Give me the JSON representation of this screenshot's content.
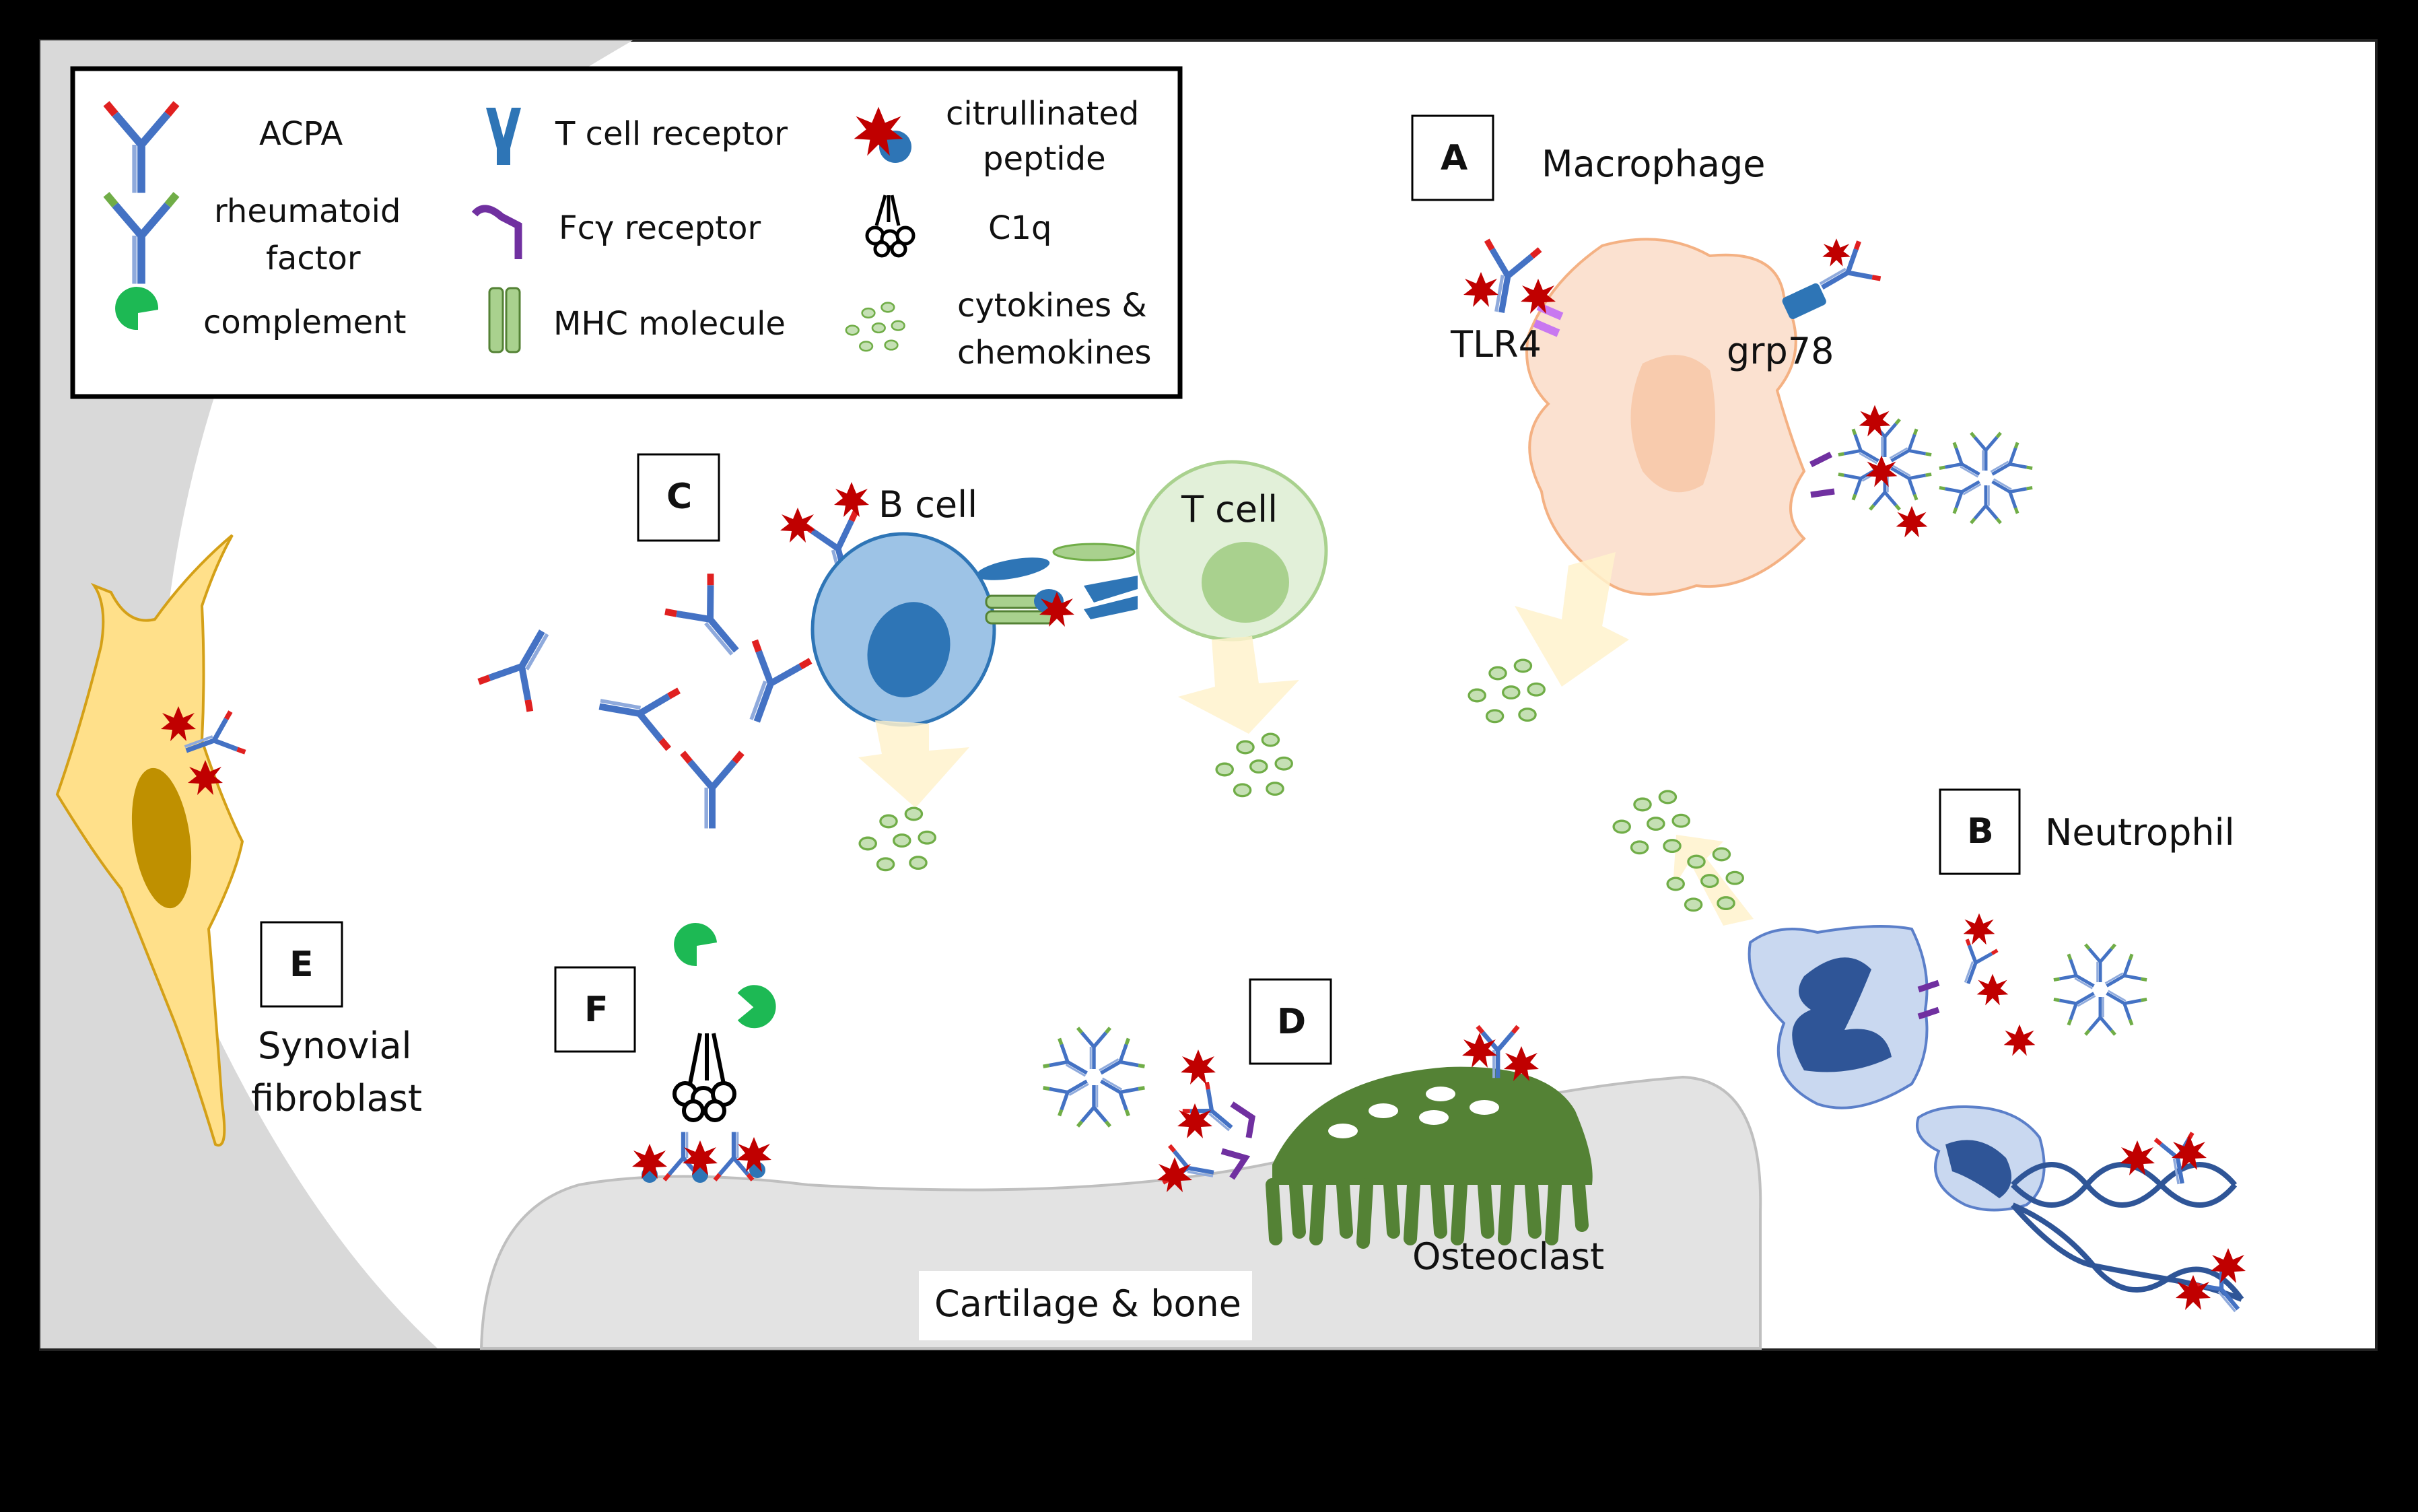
{
  "legend": {
    "acpa": "ACPA",
    "rf_line1": "rheumatoid",
    "rf_line2": "factor",
    "complement": "complement",
    "tcr": "T cell receptor",
    "fcg": "Fcγ receptor",
    "mhc": "MHC molecule",
    "cit_line1": "citrullinated",
    "cit_line2": "peptide",
    "c1q": "C1q",
    "cyt_line1": "cytokines &",
    "cyt_line2": "chemokines"
  },
  "panels": {
    "A": {
      "letter": "A",
      "title": "Macrophage",
      "tlr4": "TLR4",
      "grp78": "grp78"
    },
    "B": {
      "letter": "B",
      "title": "Neutrophil"
    },
    "C": {
      "letter": "C",
      "bcell": "B cell",
      "tcell": "T cell"
    },
    "D": {
      "letter": "D",
      "title": "Osteoclast"
    },
    "E": {
      "letter": "E",
      "title_line1": "Synovial",
      "title_line2": "fibroblast"
    },
    "F": {
      "letter": "F"
    }
  },
  "cartilage": "Cartilage & bone",
  "colors": {
    "acpa": "#4472C4",
    "acpa_tip": "#E02020",
    "rf_tip": "#70AD47",
    "peptide": "#C00000",
    "complement": "#1DB954",
    "macrophage": "#FBE1D0",
    "bcell": "#9DC3E6",
    "tcell": "#E2F0D9",
    "neutrophil": "#C9D8F0",
    "osteoclast": "#548235",
    "fibroblast": "#FFE08A",
    "bone": "#E0E0E0"
  }
}
